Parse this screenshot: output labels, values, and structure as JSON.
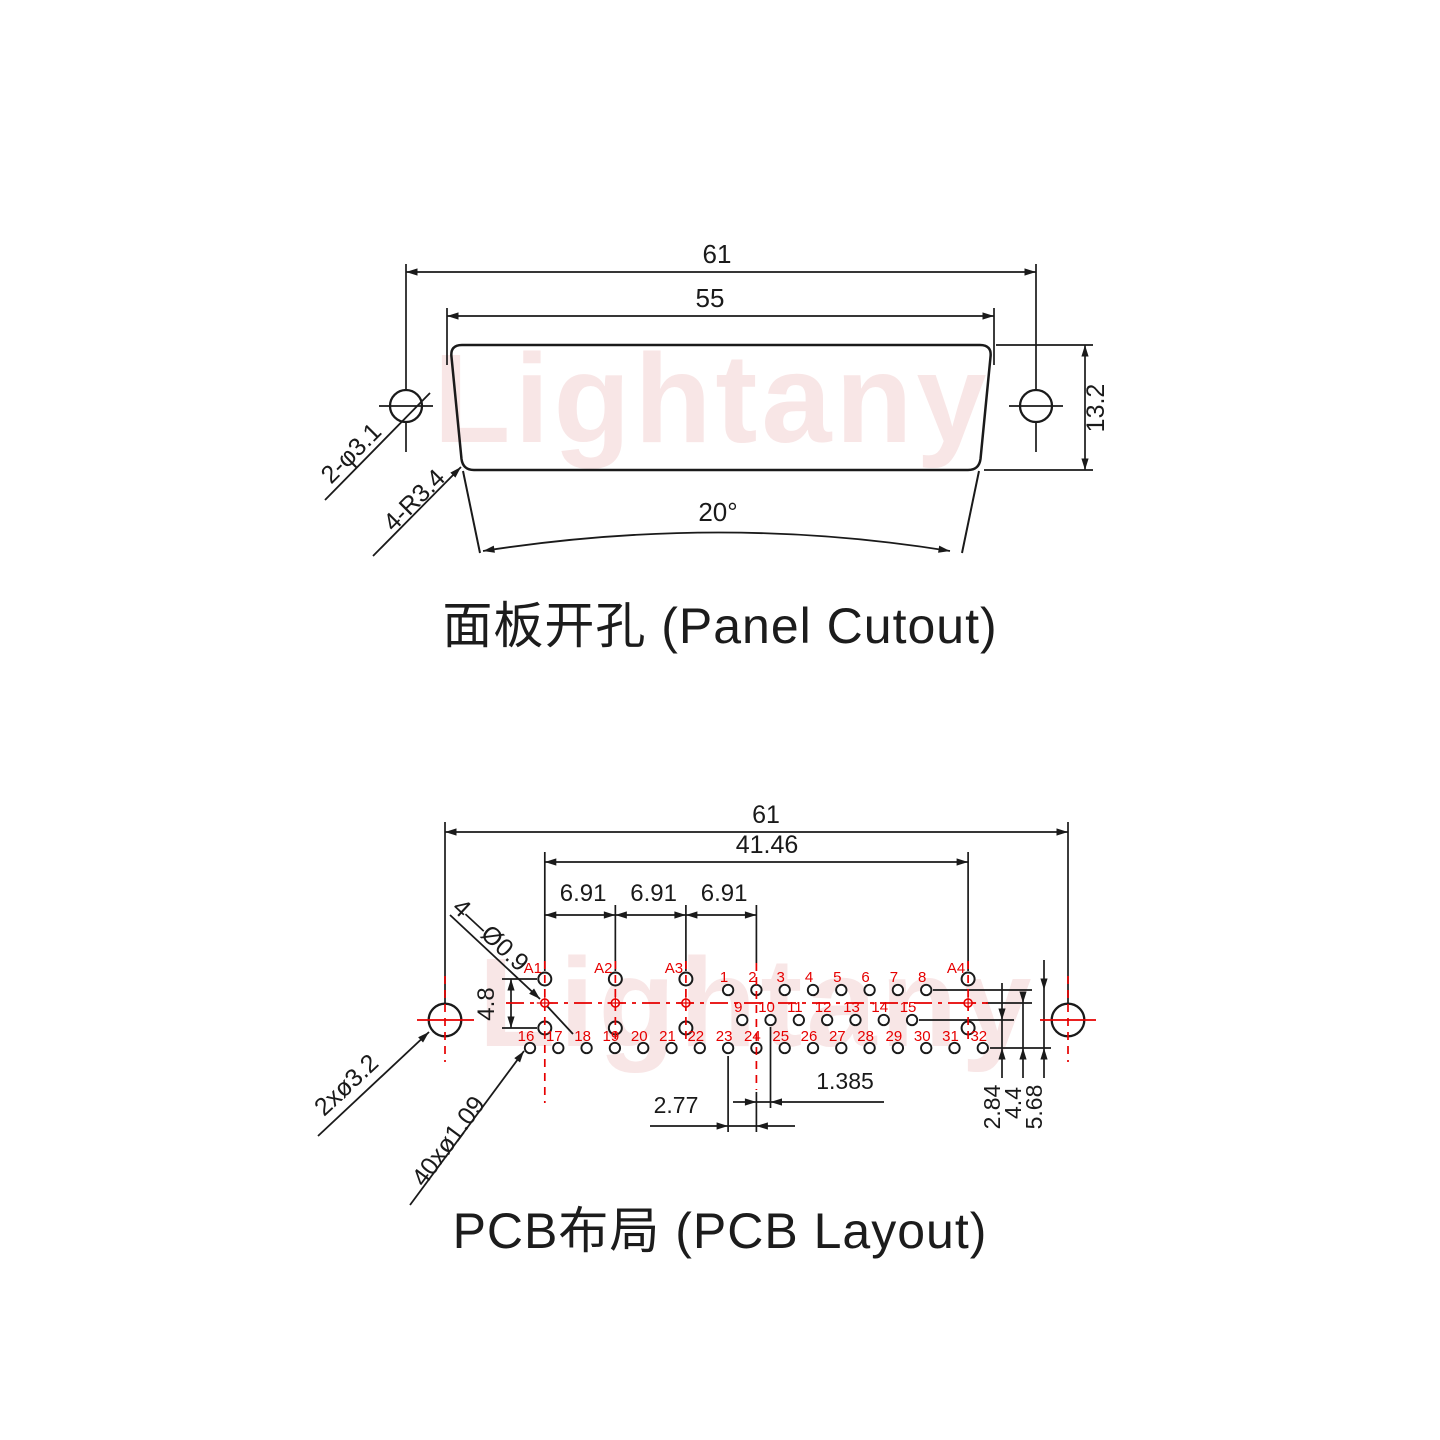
{
  "watermark": {
    "text": "Lightany",
    "color": "#f8e6e6"
  },
  "colors": {
    "line": "#1a1a1a",
    "accent_red": "#e60000",
    "background": "#ffffff"
  },
  "panel_cutout": {
    "title": "面板开孔 (Panel Cutout)",
    "dim_width_outer": "61",
    "dim_width_cutout": "55",
    "dim_height": "13.2",
    "dim_angle": "20°",
    "label_mount_holes": "2-φ3.1",
    "label_corner_radius": "4-R3.4"
  },
  "pcb_layout": {
    "title": "PCB布局 (PCB Layout)",
    "dim_width_outer": "61",
    "dim_coax_span": "41.46",
    "dim_coax_pitch": [
      "6.91",
      "6.91",
      "6.91"
    ],
    "dim_coax_hole_gap": "4.8",
    "dim_pin_pitch": "2.77",
    "dim_row_offset": "1.385",
    "dim_row_gap": "2.84",
    "dim_coax_to_bottom_row": "4.4",
    "dim_row_span": "5.68",
    "label_mount_holes": "2xø3.2",
    "label_signal_holes": "40xø1.09",
    "label_coax_center_holes": "4—Ø0.9",
    "coax_labels": [
      "A1",
      "A2",
      "A3",
      "A4"
    ],
    "pin_numbers_top": [
      "1",
      "2",
      "3",
      "4",
      "5",
      "6",
      "7",
      "8"
    ],
    "pin_numbers_middle": [
      "9",
      "10",
      "11",
      "12",
      "13",
      "14",
      "15"
    ],
    "pin_numbers_bottom": [
      "16",
      "17",
      "18",
      "19",
      "20",
      "21",
      "22",
      "23",
      "24",
      "25",
      "26",
      "27",
      "28",
      "29",
      "30",
      "31",
      "32"
    ]
  }
}
